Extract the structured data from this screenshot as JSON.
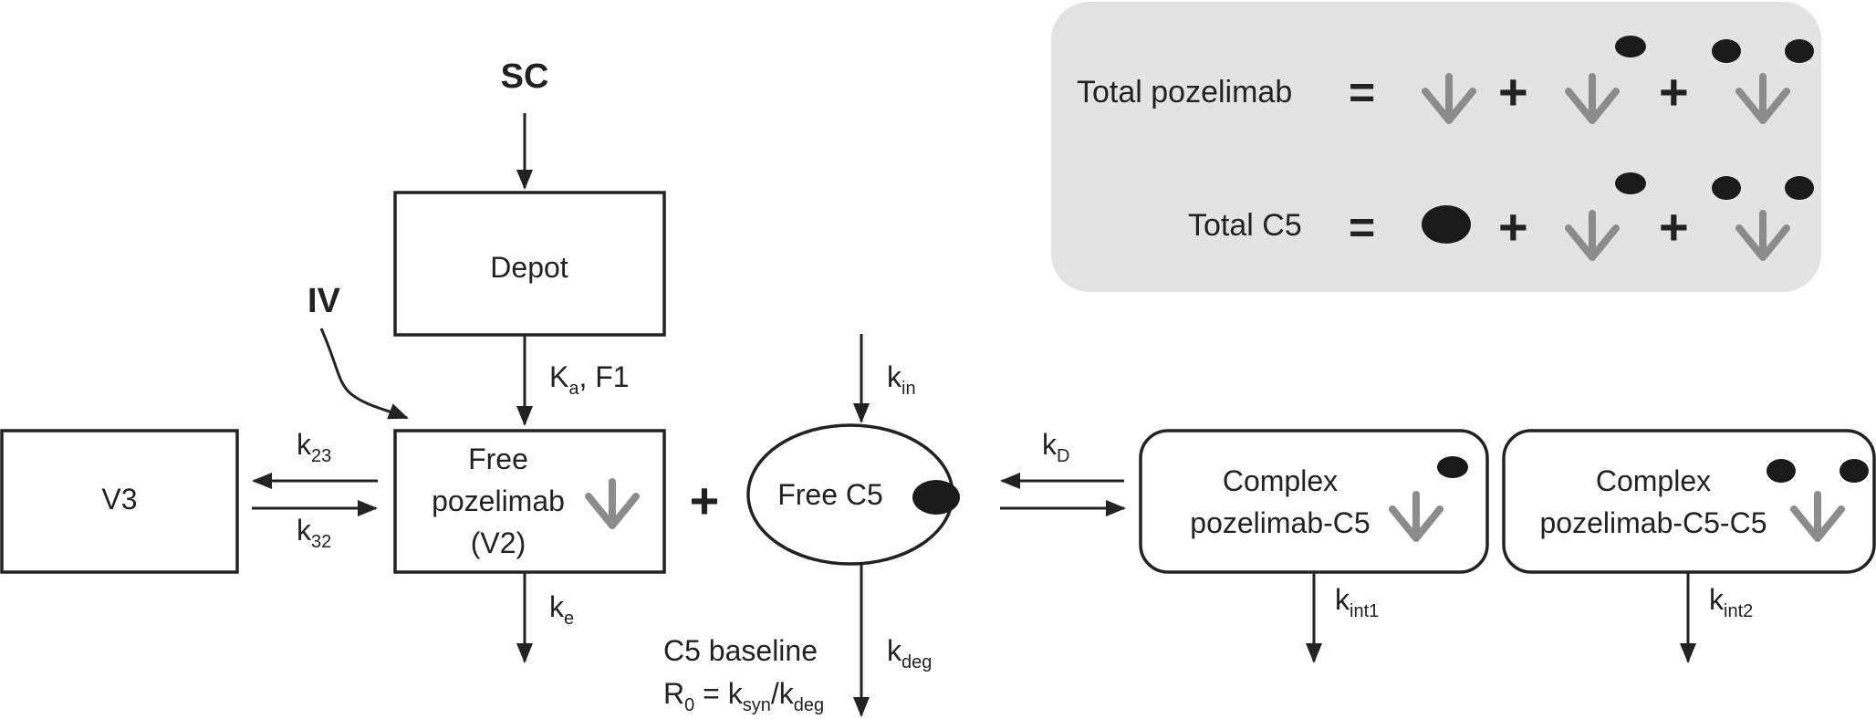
{
  "inputs": {
    "sc": "SC",
    "iv": "IV"
  },
  "compartments": {
    "depot": "Depot",
    "v3": "V3",
    "free_pozelimab": [
      "Free",
      "pozelimab",
      "(V2)"
    ],
    "free_c5": "Free C5",
    "complex1": [
      "Complex",
      "pozelimab-C5"
    ],
    "complex2": [
      "Complex",
      "pozelimab-C5-C5"
    ]
  },
  "rates": {
    "ka": {
      "main": "K",
      "sub": "a",
      "tail": ", F1"
    },
    "k23": {
      "main": "k",
      "sub": "23"
    },
    "k32": {
      "main": "k",
      "sub": "32"
    },
    "ke": {
      "main": "k",
      "sub": "e"
    },
    "kin": {
      "main": "k",
      "sub": "in"
    },
    "kdeg": {
      "main": "k",
      "sub": "deg"
    },
    "kD": {
      "main": "k",
      "sub": "D"
    },
    "kint1": {
      "main": "k",
      "sub": "int1"
    },
    "kint2": {
      "main": "k",
      "sub": "int2"
    }
  },
  "baseline": {
    "line1": "C5 baseline",
    "r": "R",
    "r_sub": "0",
    "eq": " = k",
    "syn": "syn",
    "slash": "/k",
    "deg": "deg"
  },
  "operators": {
    "plus": "+",
    "equals": "="
  },
  "legend": {
    "total_pozelimab": "Total pozelimab",
    "total_c5": "Total C5"
  },
  "colors": {
    "antibody": "#8c8c8c",
    "c5": "#1a1a1a",
    "legend_bg": "#e3e3e3",
    "stroke": "#222222"
  }
}
